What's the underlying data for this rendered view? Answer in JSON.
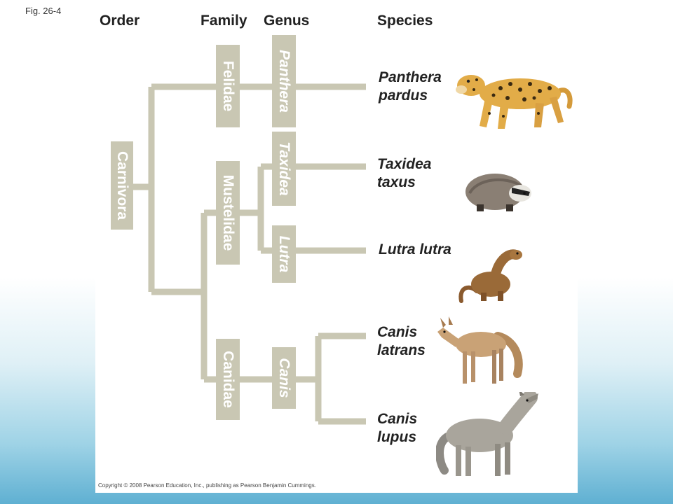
{
  "figure_label": "Fig. 26-4",
  "headers": {
    "order": "Order",
    "family": "Family",
    "genus": "Genus",
    "species": "Species"
  },
  "order": {
    "name": "Carnivora"
  },
  "families": [
    "Felidae",
    "Mustelidae",
    "Canidae"
  ],
  "genera": [
    "Panthera",
    "Taxidea",
    "Lutra",
    "Canis"
  ],
  "species": [
    {
      "line1": "Panthera",
      "line2": "pardus",
      "animal": "leopard"
    },
    {
      "line1": "Taxidea",
      "line2": "taxus",
      "animal": "badger"
    },
    {
      "line1": "Lutra lutra",
      "line2": "",
      "animal": "otter"
    },
    {
      "line1": "Canis",
      "line2": "latrans",
      "animal": "coyote"
    },
    {
      "line1": "Canis",
      "line2": "lupus",
      "animal": "wolf"
    }
  ],
  "copyright": "Copyright © 2008 Pearson Education, Inc., publishing as Pearson Benjamin Cummings.",
  "colors": {
    "branch": "#c9c7b3",
    "label_box": "#c9c7b3",
    "background_accent": "#5fb0d2"
  }
}
